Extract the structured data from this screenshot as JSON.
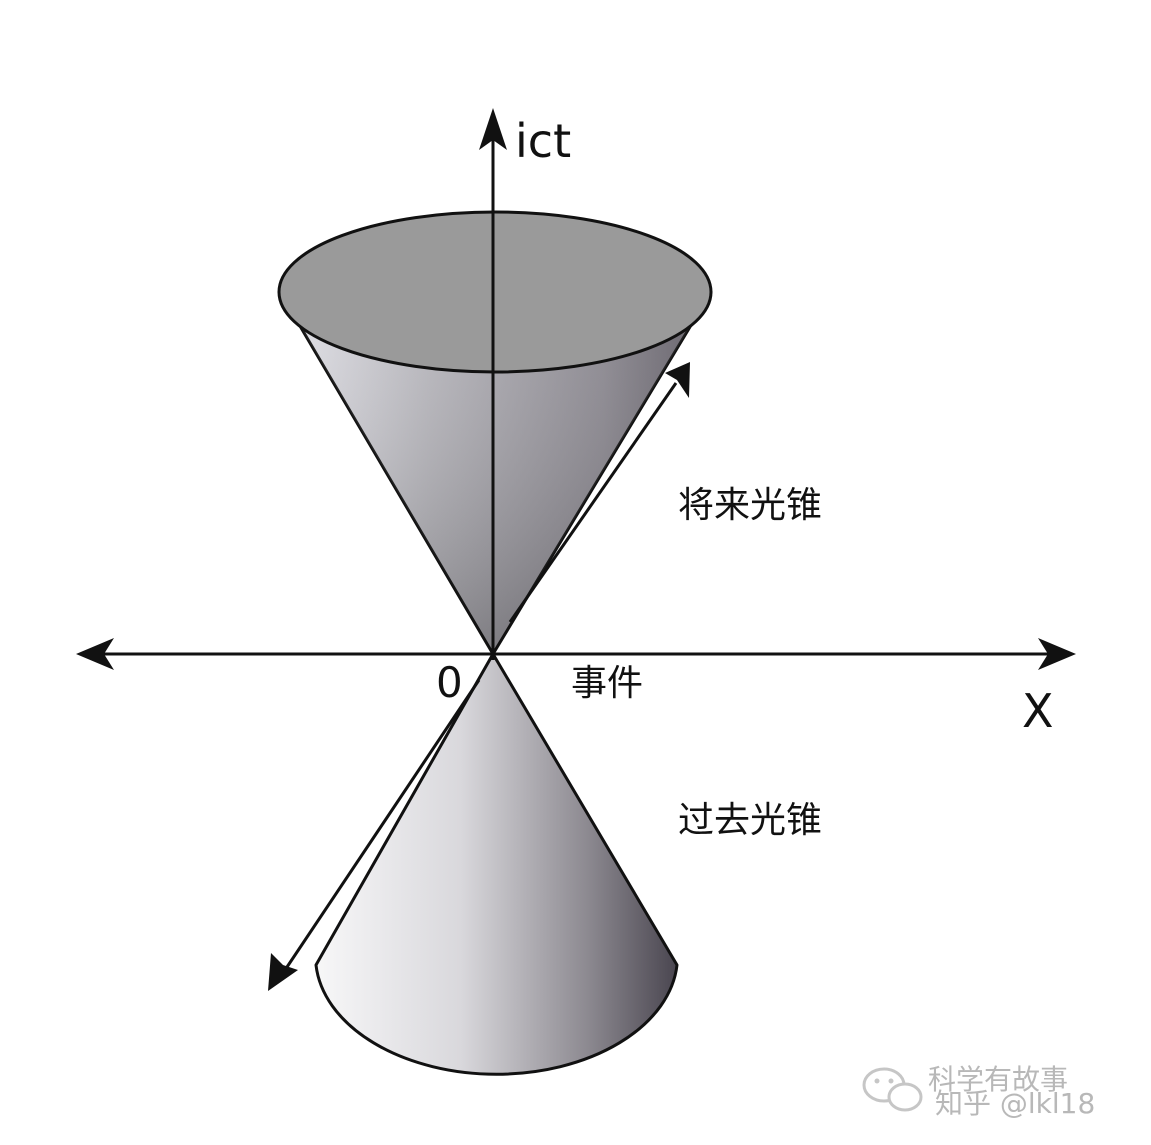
{
  "axes": {
    "time_label": "ict",
    "space_label": "X",
    "origin_label": "0"
  },
  "labels": {
    "future_cone": "将来光锥",
    "past_cone": "过去光锥",
    "event": "事件"
  },
  "watermark": {
    "source": "科学有故事",
    "platform": "知乎 @lkl18",
    "icon": "wechat-icon"
  },
  "colors": {
    "cone_top_face": "#9a9a9a",
    "cone_light": "#f2f2f4",
    "cone_dark": "#4e4a52",
    "line": "#111111"
  }
}
